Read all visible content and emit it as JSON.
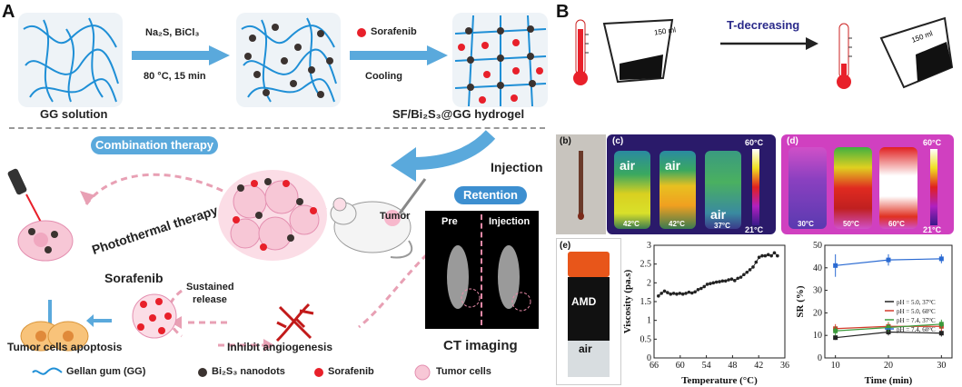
{
  "panel_a": {
    "letter": "A",
    "step1": {
      "line1": "Na₂S, BiCl₃",
      "line2": "80 °C, 15 min"
    },
    "step2": {
      "line1": "Sorafenib",
      "line2": "Cooling"
    },
    "gg_solution": "GG solution",
    "hydrogel": "SF/Bi₂S₃@GG hydrogel",
    "combination": "Combination therapy",
    "injection": "Injection",
    "retention": "Retention",
    "tumor": "Tumor",
    "photothermal": "Photothermal therapy",
    "sorafenib": "Sorafenib",
    "sustained": "Sustained",
    "release": "release",
    "apoptosis": "Tumor cells apoptosis",
    "angiogenesis": "Inhibit angiogenesis",
    "ct_pre": "Pre",
    "ct_injection": "Injection",
    "ct_imaging": "CT imaging",
    "legend": {
      "gg": "Gellan gum (GG)",
      "nanodots": "Bi₂S₃ nanodots",
      "sorafenib": "Sorafenib",
      "tumor_cells": "Tumor cells"
    },
    "colors": {
      "fiber": "#1f8fd6",
      "arrow": "#5aa9dc",
      "pink_dash": "#e8a0b4",
      "dot": "#3b3330",
      "red_dot": "#e8202a",
      "cell": "#f7c7d6"
    }
  },
  "panel_b": {
    "letter": "B",
    "t_decreasing": "T-decreasing",
    "beaker_label": "150 ml",
    "labels": {
      "b": "(b)",
      "c": "(c)",
      "d": "(d)",
      "e": "(e)"
    },
    "thermal_c": {
      "air": "air",
      "temps": [
        "42°C",
        "42°C",
        "37°C"
      ],
      "max": "60°C",
      "min": "21°C"
    },
    "thermal_d": {
      "temps": [
        "30°C",
        "50°C",
        "60°C"
      ],
      "max": "60°C",
      "min": "21°C"
    },
    "vial": {
      "amd": "AMD",
      "air": "air"
    }
  },
  "chart_data": [
    {
      "type": "line",
      "xlabel": "Temperature (°C)",
      "ylabel": "Viscosity (pa.s)",
      "xlim": [
        66,
        36
      ],
      "ylim": [
        0,
        3
      ],
      "xticks": [
        66,
        60,
        54,
        48,
        42,
        36
      ],
      "yticks": [
        0,
        0.5,
        1,
        1.5,
        2,
        2.5,
        3
      ],
      "x": [
        65,
        64.3,
        63.6,
        62.9,
        62.2,
        61.5,
        60.8,
        60.1,
        59.4,
        58.7,
        58,
        57.3,
        56.6,
        55.9,
        55.2,
        54.5,
        53.8,
        53.1,
        52.4,
        51.7,
        51,
        50.3,
        49.6,
        48.9,
        48.2,
        47.5,
        46.8,
        46.1,
        45.4,
        44.7,
        44,
        43.3,
        42.6,
        41.9,
        41.2,
        40.5,
        39.8,
        39.1,
        38.4,
        37.7
      ],
      "y": [
        1.65,
        1.72,
        1.78,
        1.74,
        1.7,
        1.72,
        1.7,
        1.72,
        1.7,
        1.72,
        1.75,
        1.73,
        1.76,
        1.82,
        1.85,
        1.9,
        1.96,
        1.98,
        2.0,
        2.02,
        2.03,
        2.05,
        2.05,
        2.08,
        2.1,
        2.06,
        2.12,
        2.15,
        2.22,
        2.28,
        2.35,
        2.42,
        2.55,
        2.68,
        2.72,
        2.72,
        2.75,
        2.72,
        2.8,
        2.72
      ]
    },
    {
      "type": "line",
      "xlabel": "Time (min)",
      "ylabel": "SR (%)",
      "xlim": [
        8,
        32
      ],
      "ylim": [
        0,
        50
      ],
      "xticks": [
        10,
        20,
        30
      ],
      "yticks": [
        0,
        10,
        20,
        30,
        40,
        50
      ],
      "x": [
        10,
        20,
        30
      ],
      "series": [
        {
          "name": "pH = 5.0, 37°C",
          "values": [
            9,
            11.5,
            11
          ],
          "err": [
            1,
            1.5,
            1.5
          ],
          "color": "#222222"
        },
        {
          "name": "pH = 5.0, 60°C",
          "values": [
            13,
            14,
            14
          ],
          "err": [
            2,
            2,
            2
          ],
          "color": "#d23a2a"
        },
        {
          "name": "pH = 7.4, 37°C",
          "values": [
            12,
            13.5,
            15
          ],
          "err": [
            2,
            2,
            2
          ],
          "color": "#3a9a3a"
        },
        {
          "name": "pH = 7.4, 60°C",
          "values": [
            41,
            43.5,
            44
          ],
          "err": [
            5,
            2.5,
            2
          ],
          "color": "#2a6ad2"
        }
      ]
    }
  ]
}
